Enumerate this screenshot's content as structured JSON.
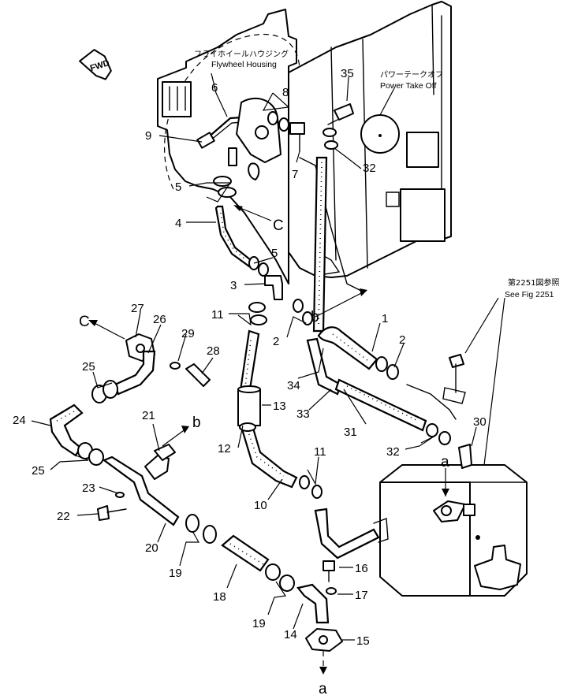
{
  "labels": {
    "fwd": "FWD",
    "flywheel_ja": "フライホイールハウジング",
    "flywheel_en": "Flywheel Housing",
    "pto_ja": "パワーテークオフ",
    "pto_en": "Power Take Off",
    "see_fig_ja": "第2251図参照",
    "see_fig_en": "See Fig 2251"
  },
  "parts": {
    "p1": "1",
    "p2a": "2",
    "p2b": "2",
    "p3": "3",
    "p4": "4",
    "p5a": "5",
    "p5b": "5",
    "p6": "6",
    "p7": "7",
    "p8": "8",
    "p9": "9",
    "p10": "10",
    "p11a": "11",
    "p11b": "11",
    "p12": "12",
    "p13": "13",
    "p14": "14",
    "p15": "15",
    "p16": "16",
    "p17": "17",
    "p18": "18",
    "p19a": "19",
    "p19b": "19",
    "p20": "20",
    "p21": "21",
    "p22": "22",
    "p23": "23",
    "p24": "24",
    "p25a": "25",
    "p25b": "25",
    "p26": "26",
    "p27": "27",
    "p28": "28",
    "p29": "29",
    "p30": "30",
    "p31": "31",
    "p32a": "32",
    "p32b": "32",
    "p33": "33",
    "p34": "34",
    "p35": "35"
  },
  "connection_letters": {
    "c_top": "C",
    "c_left": "C",
    "b_right": "b",
    "b_mid": "b",
    "a_tank": "a",
    "a_bottom": "a"
  }
}
